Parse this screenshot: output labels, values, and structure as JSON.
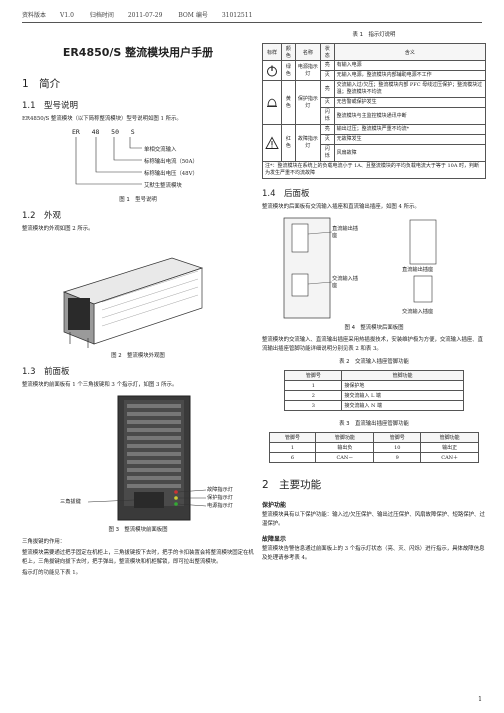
{
  "header": {
    "version_label": "资料版本",
    "version": "V1.0",
    "date_label": "归档时间",
    "date": "2011-07-29",
    "bom_label": "BOM 编号",
    "bom": "31012511"
  },
  "doc_title": "ER4850/S 整流模块用户手册",
  "s1": {
    "title": "1　简介",
    "s11": "1.1　型号说明",
    "s11_text": "ER4850/S 整流模块（以下简称整流模块）型号说明如图 1 所示。",
    "model_parts": [
      "ER",
      "48",
      "50",
      "S"
    ],
    "model_notes": [
      "单相交流输入",
      "标称输出电流（50A）",
      "标称输出电压（48V）",
      "艾默生整流模块"
    ],
    "fig1": "图 1　型号说明",
    "s12": "1.2　外观",
    "s12_text": "整流模块的外观如图 2 所示。",
    "fig2": "图 2　整流模块外观图",
    "s13": "1.3　前面板",
    "s13_text": "整流模块的前面板有 1 个三角拔键和 3 个指示灯，如图 3 所示。",
    "front_labels": [
      "故障指示灯",
      "保护指示灯",
      "电源指示灯"
    ],
    "handle_label": "三角拔键",
    "fig3": "图 3　整流模块前面板图",
    "p_handle": "三角拔键的作用：",
    "p_handle2": "整流模块需要通过把手固定在机柜上，三角拔键按下去时，把手的卡扣装置会将整流模块固定在机柜上，三角拔键向拔下去时，把手弹出，整流模块和机柜解锁，即可拉出整流模块。",
    "p_led": "指示灯的功能见下表 1。"
  },
  "table1": {
    "caption": "表 1　指示灯说明",
    "headers": [
      "标样",
      "颜色",
      "名称",
      "状态",
      "含义"
    ],
    "rows": [
      {
        "color": "绿色",
        "name": "电源指示灯",
        "items": [
          [
            "亮",
            "有输入电源"
          ],
          [
            "灭",
            "无输入电源，整流模块内部辅助电源不工作"
          ]
        ]
      },
      {
        "color": "黄色",
        "name": "保护指示灯",
        "items": [
          [
            "亮",
            "交流输入过/欠压；整流模块内部 PFC 母线过压保护；整流模块过温；整流模块不均流"
          ],
          [
            "灭",
            "无告警或保护发生"
          ],
          [
            "闪烁",
            "整流模块与主监控模块通讯中断"
          ]
        ]
      },
      {
        "color": "红色",
        "name": "故障指示灯",
        "items": [
          [
            "亮",
            "输出过压；整流模块严重不均流*"
          ],
          [
            "灭",
            "无故障发生"
          ],
          [
            "闪烁",
            "风扇故障"
          ]
        ]
      }
    ],
    "note": "注*：整流模块在系统上的负载电流小于 1A、且整流模块的平均负载电流大于等于 10A 时，判断为发生严重不均流故障"
  },
  "s14": {
    "title": "1.4　后面板",
    "text": "整流模块的后面板有交流输入插座和直流输出插座，如图 4 所示。",
    "labels": [
      "直流输出插座",
      "交流输入插座"
    ],
    "label_right1": "直流输出插座",
    "label_right2": "交流输入插座",
    "fig4": "图 4　整流模块后面板图",
    "text2": "整流模块的交流输入、直流输出插座采用热插拔技术，安装维护极为方便，交流输入插座、直流输出插座管脚功能详细说明分别见表 2 和表 3。"
  },
  "table2": {
    "caption": "表 2　交流输入插座管脚功能",
    "headers": [
      "管脚号",
      "管脚功能"
    ],
    "rows": [
      [
        "1",
        "接保护地"
      ],
      [
        "2",
        "接交流输入 L 端"
      ],
      [
        "3",
        "接交流输入 N 端"
      ]
    ]
  },
  "table3": {
    "caption": "表 3　直流输出插座管脚功能",
    "headers": [
      "管脚号",
      "管脚功能",
      "管脚号",
      "管脚功能"
    ],
    "rows": [
      [
        "1",
        "输出负",
        "10",
        "输出正"
      ],
      [
        "6",
        "CAN－",
        "9",
        "CAN＋"
      ]
    ]
  },
  "s2": {
    "title": "2　主要功能",
    "b1": "保护功能",
    "b1_text": "整流模块具有以下保护功能：输入过/欠压保护、输出过压保护、风扇故障保护、短路保护、过温保护。",
    "b2": "故障显示",
    "b2_text": "整流模块告警信息通过前面板上的 3 个指示灯状态（亮、灭、闪烁）进行指示，具体故障信息及处理请参考表 4。"
  },
  "page_number": "1"
}
